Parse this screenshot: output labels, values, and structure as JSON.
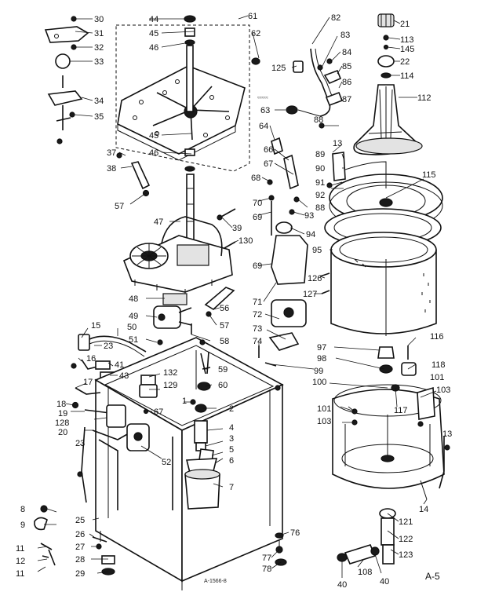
{
  "diagram": {
    "type": "exploded-parts-diagram",
    "colors": {
      "ink": "#111111",
      "paper": "#ffffff",
      "shade": "#e3e3e3"
    },
    "labels": [
      {
        "id": "c30",
        "text": "30"
      },
      {
        "id": "c31",
        "text": "31"
      },
      {
        "id": "c32",
        "text": "32"
      },
      {
        "id": "c33",
        "text": "33"
      },
      {
        "id": "c34",
        "text": "34"
      },
      {
        "id": "c35",
        "text": "35"
      },
      {
        "id": "c44",
        "text": "44"
      },
      {
        "id": "c45",
        "text": "45"
      },
      {
        "id": "c46",
        "text": "46"
      },
      {
        "id": "c61",
        "text": "61"
      },
      {
        "id": "c62",
        "text": "62"
      },
      {
        "id": "c45b",
        "text": "45"
      },
      {
        "id": "c46b",
        "text": "46"
      },
      {
        "id": "c82",
        "text": "82"
      },
      {
        "id": "c83",
        "text": "83"
      },
      {
        "id": "c84",
        "text": "84"
      },
      {
        "id": "c85",
        "text": "85"
      },
      {
        "id": "c86",
        "text": "86"
      },
      {
        "id": "c87",
        "text": "87"
      },
      {
        "id": "c125",
        "text": "125"
      },
      {
        "id": "c63",
        "text": "63"
      },
      {
        "id": "c21",
        "text": "21"
      },
      {
        "id": "c113",
        "text": "113"
      },
      {
        "id": "c145",
        "text": "145"
      },
      {
        "id": "c22",
        "text": "22"
      },
      {
        "id": "c114",
        "text": "114"
      },
      {
        "id": "c112",
        "text": "112"
      },
      {
        "id": "c37",
        "text": "37"
      },
      {
        "id": "c38",
        "text": "38"
      },
      {
        "id": "c57",
        "text": "57"
      },
      {
        "id": "c64",
        "text": "64"
      },
      {
        "id": "c66",
        "text": "66"
      },
      {
        "id": "c67",
        "text": "67"
      },
      {
        "id": "c68",
        "text": "68"
      },
      {
        "id": "c88",
        "text": "88"
      },
      {
        "id": "c13",
        "text": "13"
      },
      {
        "id": "c89",
        "text": "89"
      },
      {
        "id": "c90",
        "text": "90"
      },
      {
        "id": "c91",
        "text": "91"
      },
      {
        "id": "c92",
        "text": "92"
      },
      {
        "id": "c88b",
        "text": "88"
      },
      {
        "id": "c115",
        "text": "115"
      },
      {
        "id": "c70",
        "text": "70"
      },
      {
        "id": "c69",
        "text": "69"
      },
      {
        "id": "c47",
        "text": "47"
      },
      {
        "id": "c39",
        "text": "39"
      },
      {
        "id": "c93",
        "text": "93"
      },
      {
        "id": "c94",
        "text": "94"
      },
      {
        "id": "c130",
        "text": "130"
      },
      {
        "id": "c95",
        "text": "95"
      },
      {
        "id": "c69b",
        "text": "69"
      },
      {
        "id": "c126",
        "text": "126"
      },
      {
        "id": "c71",
        "text": "71"
      },
      {
        "id": "c127",
        "text": "127"
      },
      {
        "id": "c48",
        "text": "48"
      },
      {
        "id": "c56",
        "text": "56"
      },
      {
        "id": "c49",
        "text": "49"
      },
      {
        "id": "c72",
        "text": "72"
      },
      {
        "id": "c57b",
        "text": "57"
      },
      {
        "id": "c15",
        "text": "15"
      },
      {
        "id": "c50",
        "text": "50"
      },
      {
        "id": "c73",
        "text": "73"
      },
      {
        "id": "c58",
        "text": "58"
      },
      {
        "id": "c51",
        "text": "51"
      },
      {
        "id": "c23",
        "text": "23"
      },
      {
        "id": "c74",
        "text": "74"
      },
      {
        "id": "c116",
        "text": "116"
      },
      {
        "id": "c97",
        "text": "97"
      },
      {
        "id": "c16",
        "text": "16"
      },
      {
        "id": "c41",
        "text": "41"
      },
      {
        "id": "c98",
        "text": "98"
      },
      {
        "id": "c118",
        "text": "118"
      },
      {
        "id": "c132",
        "text": "132"
      },
      {
        "id": "c59",
        "text": "59"
      },
      {
        "id": "c43",
        "text": "43"
      },
      {
        "id": "c99",
        "text": "99"
      },
      {
        "id": "c101",
        "text": "101"
      },
      {
        "id": "c17",
        "text": "17"
      },
      {
        "id": "c129",
        "text": "129"
      },
      {
        "id": "c60",
        "text": "60"
      },
      {
        "id": "c100",
        "text": "100"
      },
      {
        "id": "c103",
        "text": "103"
      },
      {
        "id": "c18",
        "text": "18"
      },
      {
        "id": "c1",
        "text": "1"
      },
      {
        "id": "c2",
        "text": "2"
      },
      {
        "id": "c19",
        "text": "19"
      },
      {
        "id": "c67b",
        "text": "67"
      },
      {
        "id": "c101b",
        "text": "101"
      },
      {
        "id": "c117",
        "text": "117"
      },
      {
        "id": "c128",
        "text": "128"
      },
      {
        "id": "c103b",
        "text": "103"
      },
      {
        "id": "c20",
        "text": "20"
      },
      {
        "id": "c4",
        "text": "4"
      },
      {
        "id": "c3",
        "text": "3"
      },
      {
        "id": "c13b",
        "text": "13"
      },
      {
        "id": "c23b",
        "text": "23"
      },
      {
        "id": "c52",
        "text": "52"
      },
      {
        "id": "c5",
        "text": "5"
      },
      {
        "id": "c6",
        "text": "6"
      },
      {
        "id": "c7",
        "text": "7"
      },
      {
        "id": "c14",
        "text": "14"
      },
      {
        "id": "c8",
        "text": "8"
      },
      {
        "id": "c9",
        "text": "9"
      },
      {
        "id": "c25",
        "text": "25"
      },
      {
        "id": "c121",
        "text": "121"
      },
      {
        "id": "c76",
        "text": "76"
      },
      {
        "id": "c26",
        "text": "26"
      },
      {
        "id": "c122",
        "text": "122"
      },
      {
        "id": "c11",
        "text": "11"
      },
      {
        "id": "c27",
        "text": "27"
      },
      {
        "id": "c12",
        "text": "12"
      },
      {
        "id": "c28",
        "text": "28"
      },
      {
        "id": "c77",
        "text": "77"
      },
      {
        "id": "c123",
        "text": "123"
      },
      {
        "id": "c11b",
        "text": "11"
      },
      {
        "id": "c108",
        "text": "108"
      },
      {
        "id": "c78",
        "text": "78"
      },
      {
        "id": "c29",
        "text": "29"
      },
      {
        "id": "c40",
        "text": "40"
      },
      {
        "id": "c40b",
        "text": "40"
      }
    ],
    "page_ref": "A-5",
    "drawing_no": "A-1566-8"
  }
}
